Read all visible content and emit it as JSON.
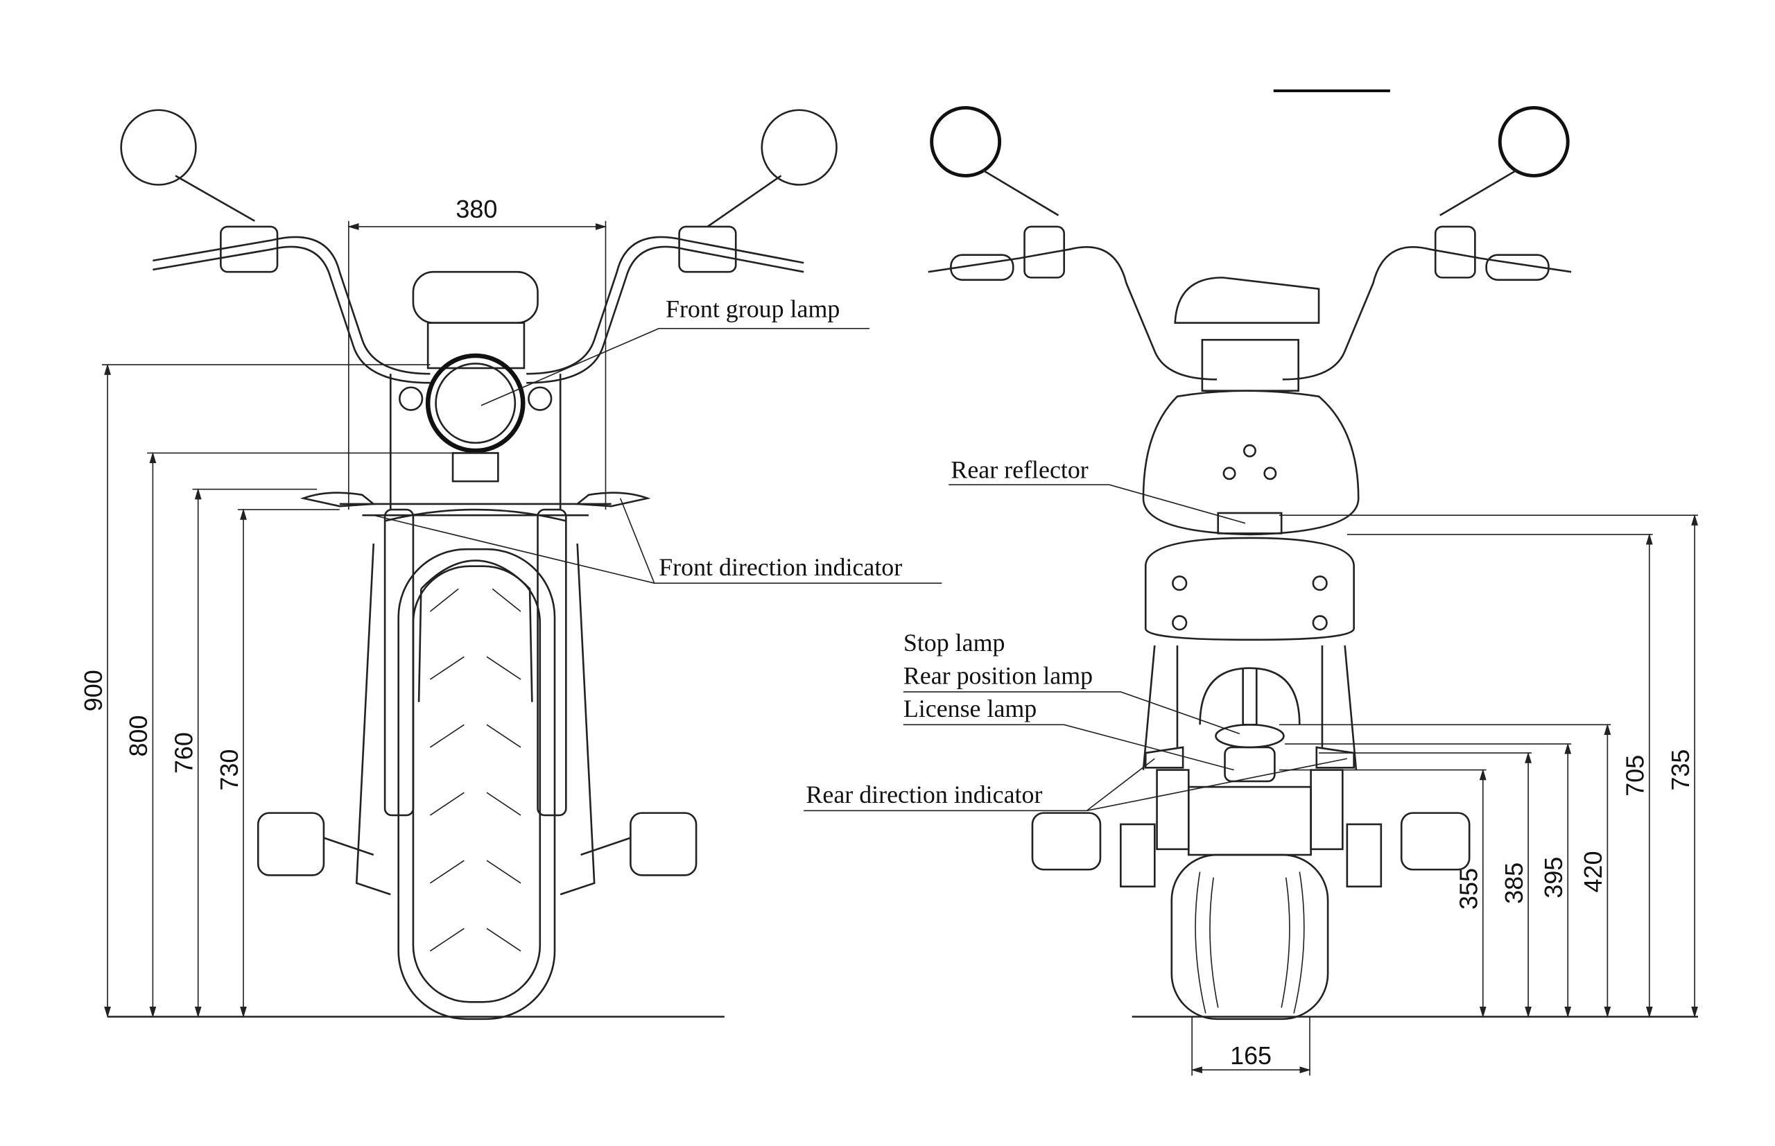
{
  "front_view": {
    "labels": {
      "front_group_lamp": "Front group lamp",
      "front_direction_indicator": "Front direction indicator"
    },
    "dimensions": {
      "handlebar_width": "380",
      "height_900": "900",
      "height_800": "800",
      "height_760": "760",
      "height_730": "730"
    }
  },
  "rear_view": {
    "labels": {
      "rear_reflector": "Rear reflector",
      "stop_lamp": "Stop lamp",
      "rear_position_lamp": "Rear position lamp",
      "license_lamp": "License lamp",
      "rear_direction_indicator": "Rear direction indicator"
    },
    "dimensions": {
      "tire_width": "165",
      "height_355": "355",
      "height_385": "385",
      "height_395": "395",
      "height_420": "420",
      "height_705": "705",
      "height_735": "735"
    }
  }
}
